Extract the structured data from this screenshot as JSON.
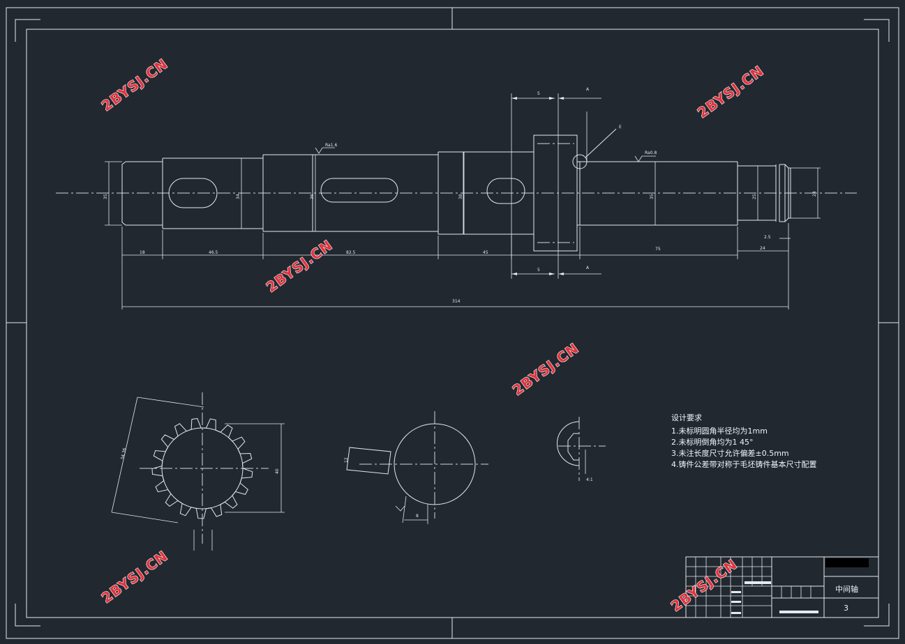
{
  "title_block": {
    "part_name": "中间轴",
    "sheet_number": "3"
  },
  "design_requirements": {
    "heading": "设计要求",
    "items": [
      "1.未标明圆角半径均为1mm",
      "2.未标明倒角均为1 45°",
      "3.未注长度尺寸允许偏差±0.5mm",
      "4.铸件公差带对称于毛坯铸件基本尺寸配置"
    ]
  },
  "dimensions": {
    "seg_1": "18",
    "seg_2": "46.5",
    "seg_3": "82.5",
    "seg_4": "45",
    "seg_5": "75",
    "seg_6": "24",
    "seg_end": "2.5",
    "total_length": "314",
    "dia_1": "35",
    "dia_2": "34",
    "dia_3": "36",
    "dia_4": "38",
    "dia_5": "35",
    "dia_6": "25",
    "dia_end": "24",
    "roughness_1": "Ra1.6",
    "roughness_2": "Ra0.8",
    "section_1": "5",
    "section_2": "A",
    "detail_label": "E",
    "gear_height": "40",
    "gear_side": "34.36",
    "key_width": "12",
    "key_depth": "8",
    "detail_scale": "4:1"
  },
  "watermark": "2BYSJ.CN"
}
